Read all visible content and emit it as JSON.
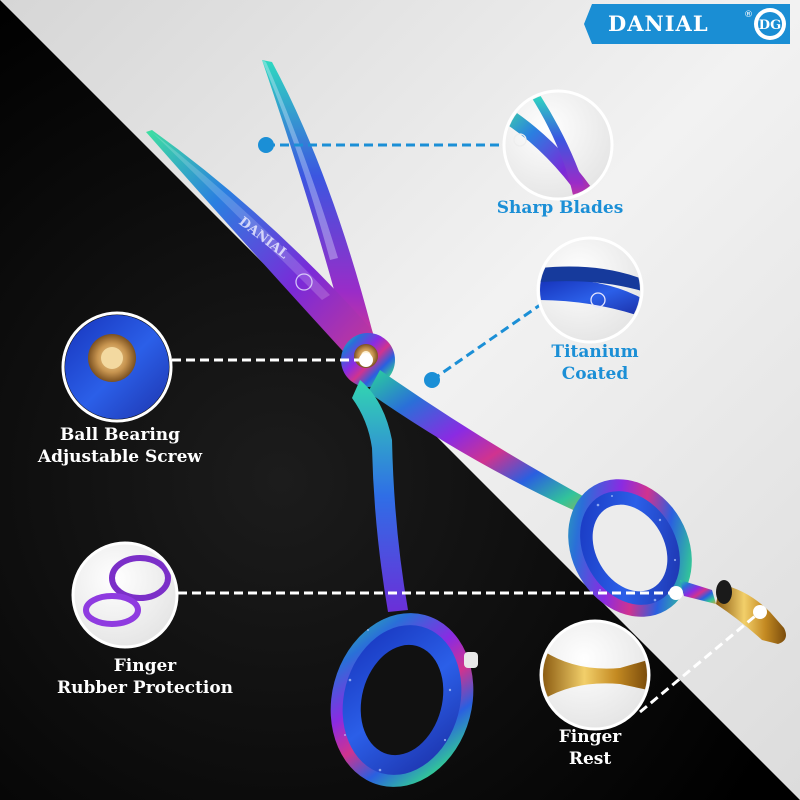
{
  "brand": {
    "name": "DANIAL",
    "registered_mark": "®",
    "engraving": "DANIAL"
  },
  "features": {
    "sharp_blades": {
      "line1": "Sharp Blades"
    },
    "titanium": {
      "line1": "Titanium",
      "line2": "Coated"
    },
    "ball_bearing": {
      "line1": "Ball Bearing",
      "line2": "Adjustable Screw"
    },
    "rubber": {
      "line1": "Finger",
      "line2": "Rubber Protection"
    },
    "finger_rest": {
      "line1": "Finger",
      "line2": "Rest"
    }
  },
  "colors": {
    "accent_blue": "#1b8fd6",
    "background_dark": "#000000",
    "background_light": "#e6e6e6",
    "logo_bg": "#1a8ed4"
  }
}
